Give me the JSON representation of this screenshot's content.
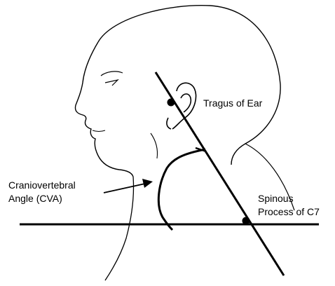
{
  "labels": {
    "tragus": "Tragus of Ear",
    "cva_line1": "Craniovertebral",
    "cva_line2": "Angle (CVA)",
    "c7_line1": "Spinous",
    "c7_line2": "Process of C7"
  },
  "colors": {
    "ink": "#000000",
    "background": "#ffffff"
  }
}
